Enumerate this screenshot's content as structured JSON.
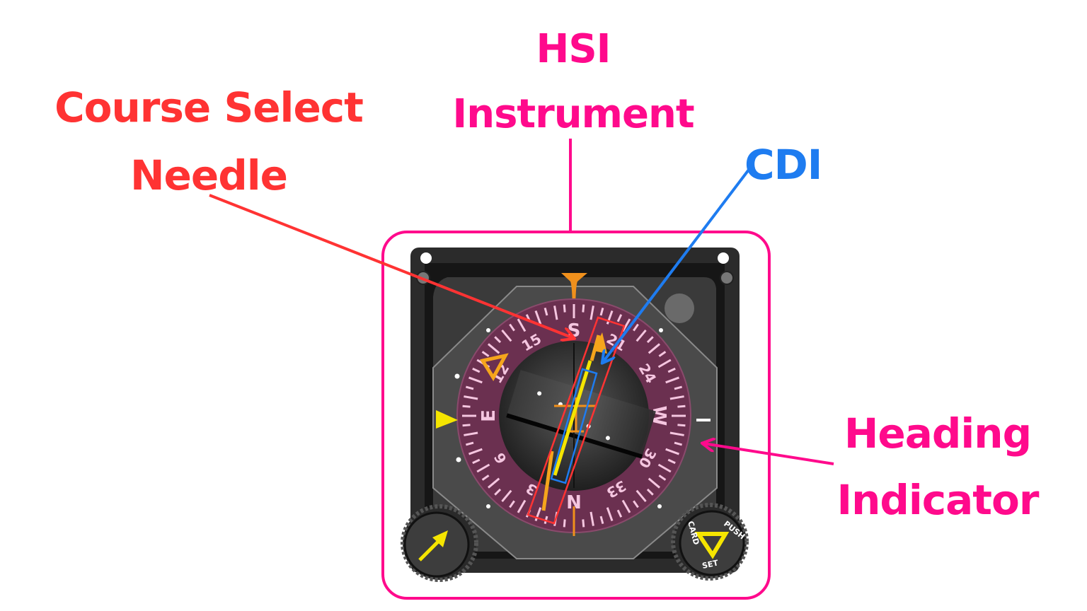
{
  "labels": {
    "course_select_needle": [
      "Course Select",
      "Needle"
    ],
    "hsi_instrument": [
      "HSI",
      "Instrument"
    ],
    "cdi": "CDI",
    "heading_indicator": [
      "Heading",
      "Indicator"
    ]
  },
  "colors": {
    "course_select": "#ff3333",
    "hsi": "#ff0a8c",
    "cdi": "#1e7cf0",
    "heading": "#ff0a8c",
    "compass_card": "#6b3050",
    "compass_markings": "#f5c6e0",
    "lubber_line": "#f0901c",
    "course_needle": "#f5e500",
    "course_arrow": "#f5a51c",
    "bezel": "#2b2b2b"
  },
  "compass_card": {
    "heading_at_top": "S",
    "cardinal_labels": [
      "N",
      "E",
      "S",
      "W"
    ],
    "numeric_labels": [
      "3",
      "6",
      "12",
      "15",
      "21",
      "24",
      "30",
      "33"
    ]
  },
  "knobs": {
    "left": {
      "icon": "course-arrow-icon"
    },
    "right": {
      "top_text": "PUSH",
      "left_text": "CARD",
      "bottom_text": "SET",
      "icon": "heading-bug-triangle-icon"
    }
  }
}
